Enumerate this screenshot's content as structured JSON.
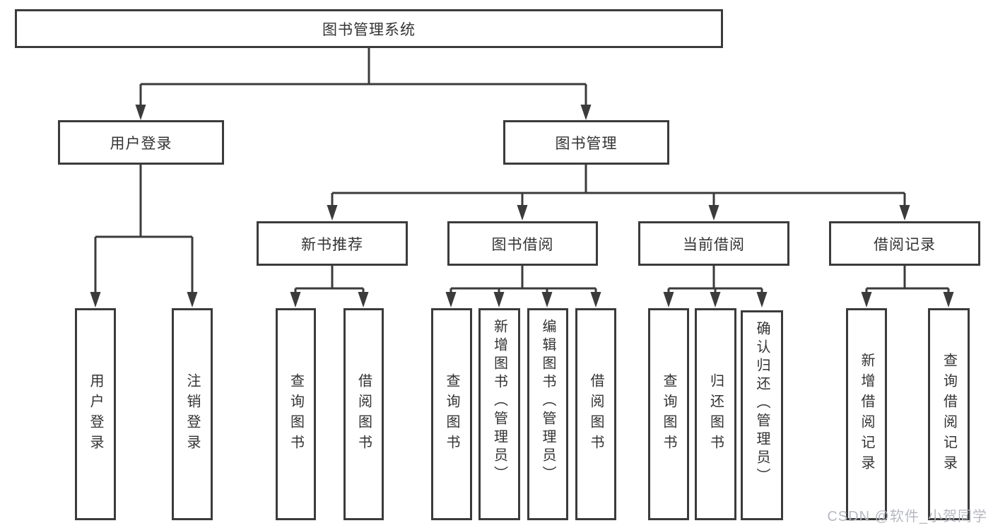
{
  "nodes": {
    "root": "图书管理系统",
    "level2": [
      "用户登录",
      "图书管理"
    ],
    "level3": [
      "新书推荐",
      "图书借阅",
      "当前借阅",
      "借阅记录"
    ],
    "leaves_user_login": [
      "用户登录",
      "注销登录"
    ],
    "leaves_new_book": [
      "查询图书",
      "借阅图书"
    ],
    "leaves_book_borrow": [
      "查询图书",
      "新增图书（管理员）",
      "编辑图书（管理员）",
      "借阅图书"
    ],
    "leaves_current_borrow": [
      "查询图书",
      "归还图书",
      "确认归还（管理员）"
    ],
    "leaves_borrow_record": [
      "新增借阅记录",
      "查询借阅记录"
    ]
  },
  "watermark": "CSDN @软件_小贺同学",
  "colors": {
    "line": "#3b3b3b",
    "text": "#333333",
    "watermark": "#b7b9c1",
    "background": "#ffffff"
  }
}
